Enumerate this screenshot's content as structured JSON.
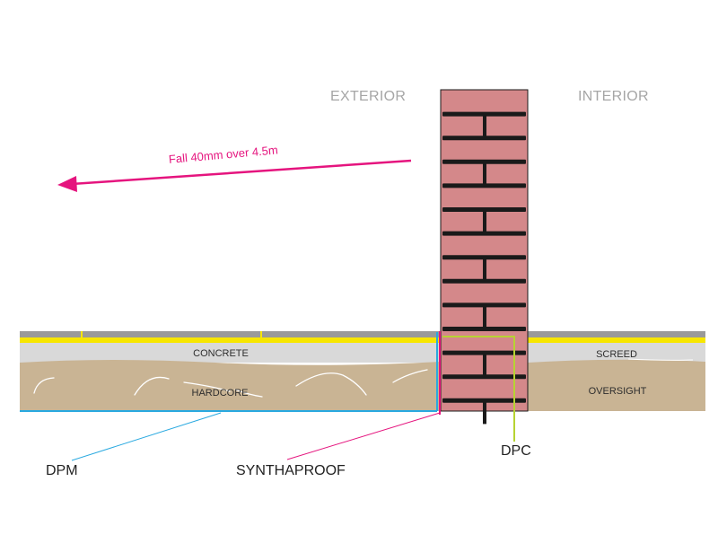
{
  "regions": {
    "exterior": "EXTERIOR",
    "interior": "INTERIOR"
  },
  "fall": {
    "text": "Fall 40mm over 4.5m"
  },
  "layers": {
    "concrete": "CONCRETE",
    "hardcore": "HARDCORE",
    "screed": "SCREED",
    "oversight": "OVERSIGHT"
  },
  "callouts": {
    "dpm": "DPM",
    "synthaproof": "SYNTHAPROOF",
    "dpc": "DPC"
  },
  "colors": {
    "brick": "#d4888a",
    "mortar": "#1a1a1a",
    "concrete": "#d9d9d9",
    "hardcore": "#c9b494",
    "surface": "#9a9a9a",
    "membrane_yellow": "#f7e600",
    "dpm_line": "#29a9e0",
    "synthaproof_line": "#e5147e",
    "dpc_line": "#b7d332",
    "fall_arrow": "#e5147e",
    "region_text": "#a6a6a6"
  }
}
